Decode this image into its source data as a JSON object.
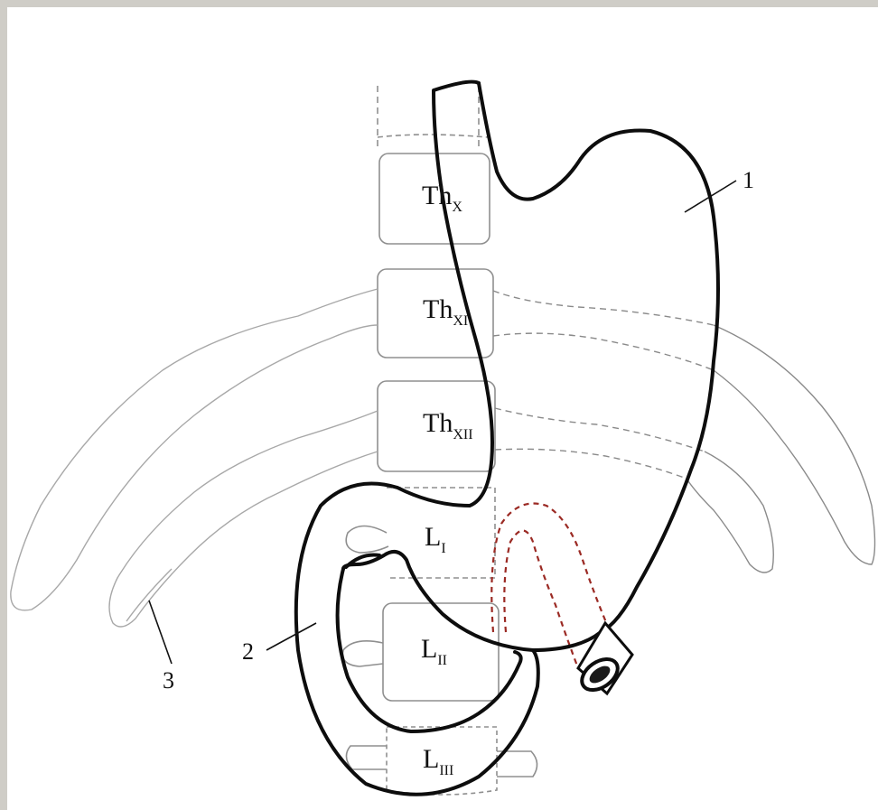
{
  "diagram": {
    "vertebrae": [
      {
        "main": "Th",
        "sub": "X"
      },
      {
        "main": "Th",
        "sub": "XI"
      },
      {
        "main": "Th",
        "sub": "XII"
      },
      {
        "main": "L",
        "sub": "I"
      },
      {
        "main": "L",
        "sub": "II"
      },
      {
        "main": "L",
        "sub": "III"
      }
    ],
    "callouts": [
      {
        "number": "1",
        "target": "stomach"
      },
      {
        "number": "2",
        "target": "duodenum"
      },
      {
        "number": "3",
        "target": "rib"
      }
    ],
    "colors": {
      "frame": "#cfcdc7",
      "organ_outline": "#0d0d0d",
      "bone_outline": "#9a9a9a",
      "hidden_loop": "#9b2a24"
    }
  }
}
